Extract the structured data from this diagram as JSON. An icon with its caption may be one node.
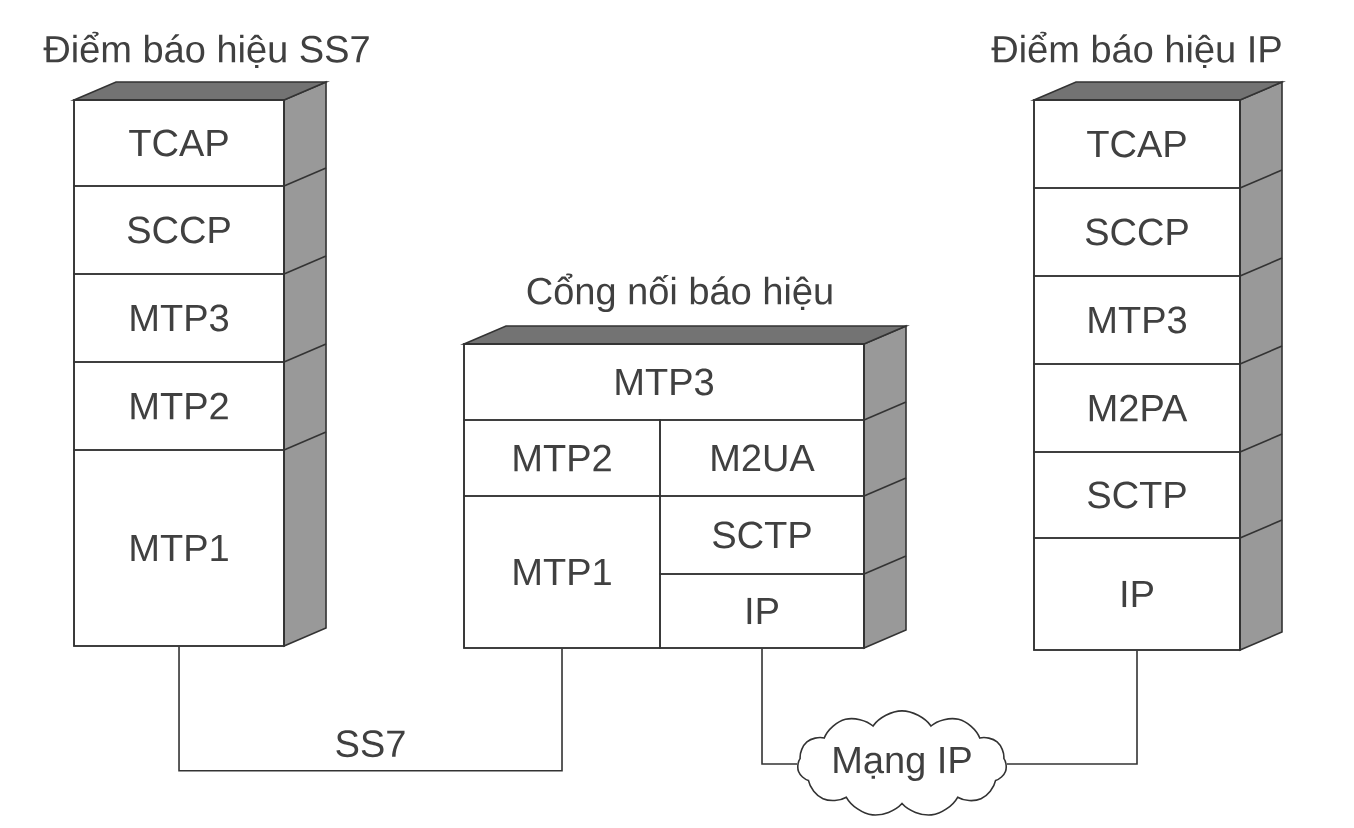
{
  "diagram": {
    "nodes": [
      {
        "text": [
          "Điểm báo hiệu SS7"
        ]
      },
      {
        "text": [
          "TCAP"
        ],
        "in": 0
      },
      {
        "text": [
          "SCCP"
        ],
        "in": 0
      },
      {
        "text": [
          "MTP3"
        ],
        "in": 0
      },
      {
        "text": [
          "MTP2"
        ],
        "in": 0
      },
      {
        "text": [
          "MTP1"
        ],
        "in": 0
      },
      {
        "text": [
          "Cổng nối báo hiệu"
        ]
      },
      {
        "text": [
          "MTP3"
        ],
        "in": 6
      },
      {
        "text": [
          "MTP2"
        ],
        "in": 6
      },
      {
        "text": [
          "M2UA"
        ],
        "in": 6
      },
      {
        "text": [
          "MTP1"
        ],
        "in": 6
      },
      {
        "text": [
          "SCTP"
        ],
        "in": 6
      },
      {
        "text": [
          "IP"
        ],
        "in": 6
      },
      {
        "text": [
          "Điểm báo hiệu IP"
        ]
      },
      {
        "text": [
          "TCAP"
        ],
        "in": 13
      },
      {
        "text": [
          "SCCP"
        ],
        "in": 13
      },
      {
        "text": [
          "MTP3"
        ],
        "in": 13
      },
      {
        "text": [
          "M2PA"
        ],
        "in": 13
      },
      {
        "text": [
          "SCTP"
        ],
        "in": 13
      },
      {
        "text": [
          "IP"
        ],
        "in": 13
      },
      {
        "text": [
          "Mạng IP"
        ]
      }
    ],
    "edges": [
      {
        "from": 5,
        "to": 10,
        "arrow": "none",
        "label": "SS7"
      },
      {
        "from": 12,
        "to": 20,
        "arrow": "none"
      },
      {
        "from": 20,
        "to": 19,
        "arrow": "none"
      }
    ]
  }
}
